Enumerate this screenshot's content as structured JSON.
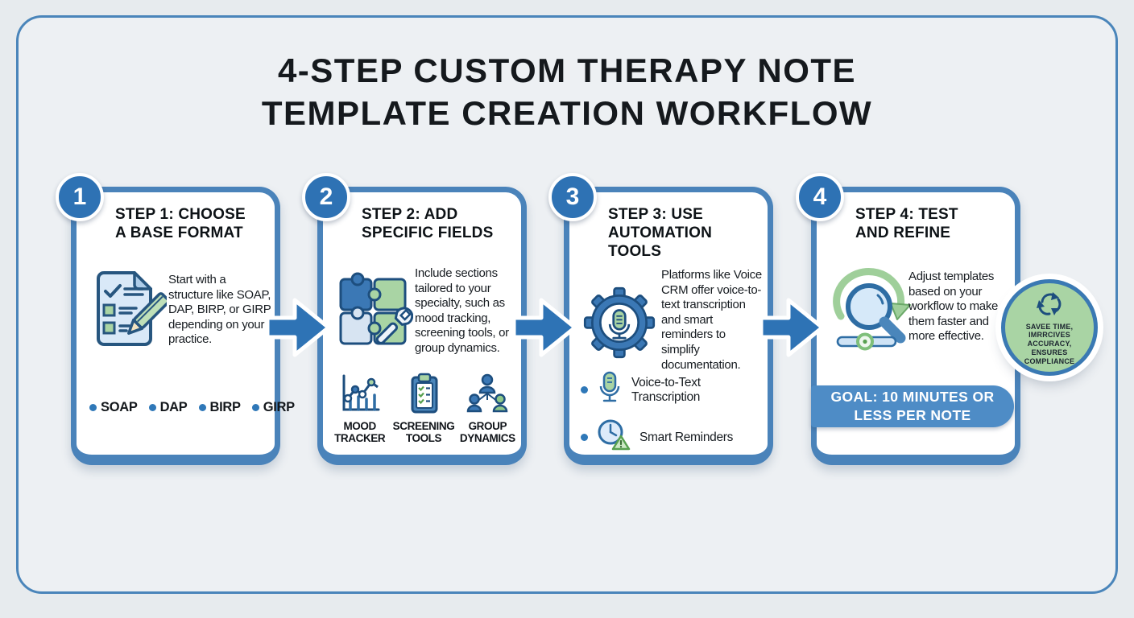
{
  "header": {
    "title": "4-STEP CUSTOM THERAPY NOTE TEMPLATE CREATION WORKFLOW"
  },
  "colors": {
    "accent_blue": "#2e72b4",
    "card_border_blue": "#4a83ba",
    "banner_blue": "#4e8cc6",
    "accent_green": "#a9d4a4",
    "outline_dark": "#1d4e7e",
    "background": "#e7ebee"
  },
  "steps": [
    {
      "number": "1",
      "title": "STEP 1: CHOOSE A BASE FORMAT",
      "icon": "document-pencil-icon",
      "body": "Start with a structure like SOAP, DAP, BIRP, or GIRP depending on your practice.",
      "bullets": [
        "SOAP",
        "DAP",
        "BIRP",
        "GIRP"
      ]
    },
    {
      "number": "2",
      "title": "STEP 2: ADD SPECIFIC FIELDS",
      "icon": "puzzle-wrench-icon",
      "body": "Include sections tailored to your specialty, such as mood tracking, screening tools, or group dynamics.",
      "features": [
        {
          "icon": "mood-chart-icon",
          "label": "MOOD TRACKER"
        },
        {
          "icon": "clipboard-checklist-icon",
          "label": "SCREENING TOOLS"
        },
        {
          "icon": "group-people-icon",
          "label": "GROUP DYNAMICS"
        }
      ]
    },
    {
      "number": "3",
      "title": "STEP 3: USE AUTOMATION TOOLS",
      "icon": "gear-microphone-icon",
      "body": "Platforms like Voice CRM offer voice-to-text transcription and smart reminders to simplify documentation.",
      "features": [
        {
          "icon": "microphone-icon",
          "label": "Voice-to-Text Transcription"
        },
        {
          "icon": "clock-alert-icon",
          "label": "Smart Reminders"
        }
      ]
    },
    {
      "number": "4",
      "title": "STEP 4: TEST AND REFINE",
      "icon": "magnifier-refresh-icon",
      "body": "Adjust templates based on your workflow to make them faster and more effective.",
      "goal": "GOAL: 10 MINUTES OR LESS PER NOTE"
    }
  ],
  "benefit_badge": {
    "icon": "recycle-arrows-icon",
    "lines": [
      "SAVEE TIME,",
      "IMRRCIVES",
      "ACCURACY,",
      "ENSURES",
      "COMPLIANCE"
    ]
  }
}
